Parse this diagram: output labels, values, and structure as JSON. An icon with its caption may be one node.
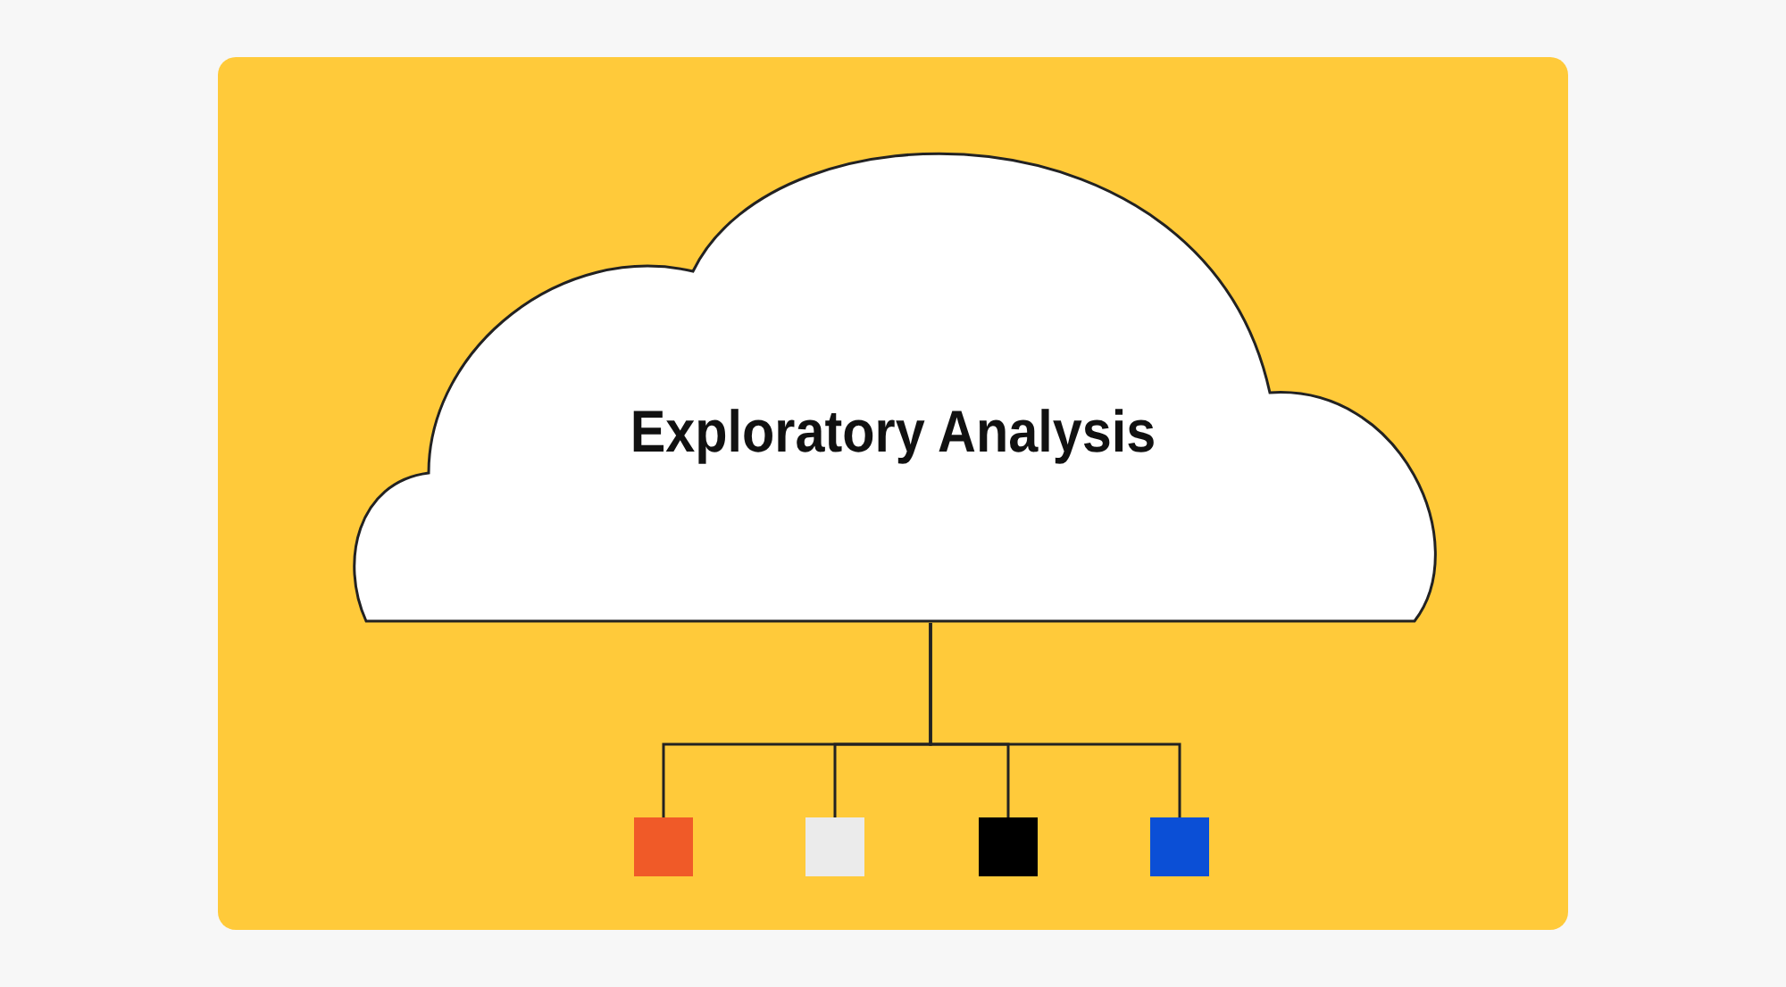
{
  "diagram": {
    "nodes": [
      {
        "text": [
          "Exploratory Analysis"
        ]
      },
      {
        "text": [],
        "shape": "box"
      },
      {
        "text": [],
        "shape": "box"
      },
      {
        "text": [],
        "shape": "box"
      },
      {
        "text": [],
        "shape": "box"
      }
    ],
    "edges": [
      {
        "from": 0,
        "to": 1,
        "arrow": "none"
      },
      {
        "from": 0,
        "to": 2,
        "arrow": "none"
      },
      {
        "from": 0,
        "to": 3,
        "arrow": "none"
      },
      {
        "from": 0,
        "to": 4,
        "arrow": "none"
      }
    ]
  }
}
